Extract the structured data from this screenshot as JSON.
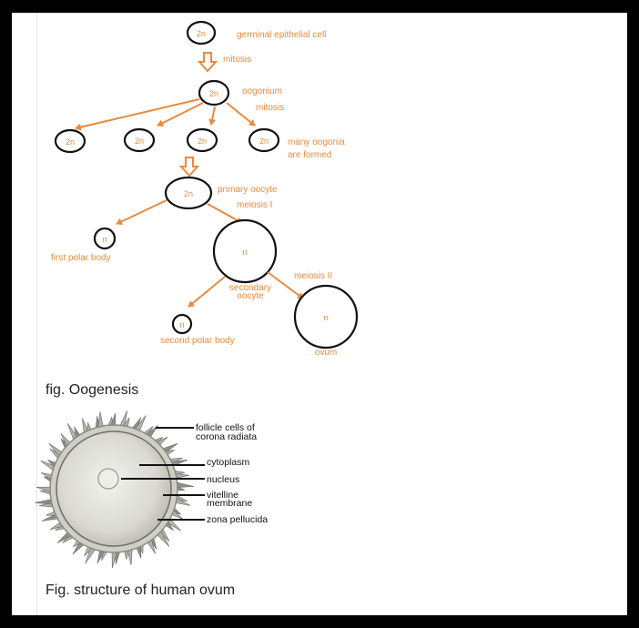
{
  "colors": {
    "accent": "#e98a3c",
    "ink": "#111111",
    "caption": "#222222"
  },
  "oogenesis": {
    "germinal_cell": "2n",
    "germinal_label": "germinal epithelial cell",
    "mitosis_1": "mitosis",
    "oogonium_cell": "2n",
    "oogonium_label": "oogonium",
    "mitosis_2": "mitosis",
    "oogonia_cells": [
      "2n",
      "2n",
      "2n",
      "2n"
    ],
    "oogonia_label_line1": "many oogonia",
    "oogonia_label_line2": "are formed",
    "primary_cell": "2n",
    "primary_label": "primary oocyte",
    "meiosis_1": "meiosis I",
    "first_polar_cell": "n",
    "first_polar_label": "first polar body",
    "secondary_cell": "n",
    "secondary_label_line1": "secondary",
    "secondary_label_line2": "oocyte",
    "meiosis_2": "meiosis II",
    "second_polar_cell": "n",
    "second_polar_label": "second polar body",
    "ovum_cell": "n",
    "ovum_label": "ovum"
  },
  "ovum_structure": {
    "labels": {
      "follicle_line1": "follicle cells of",
      "follicle_line2": "corona radiata",
      "cytoplasm": "cytoplasm",
      "nucleus": "nucleus",
      "vitelline_line1": "vitelline",
      "vitelline_line2": "membrane",
      "zona": "zona pellucida"
    }
  },
  "captions": {
    "fig1": "fig. Oogenesis",
    "fig2": "Fig. structure of human ovum"
  }
}
